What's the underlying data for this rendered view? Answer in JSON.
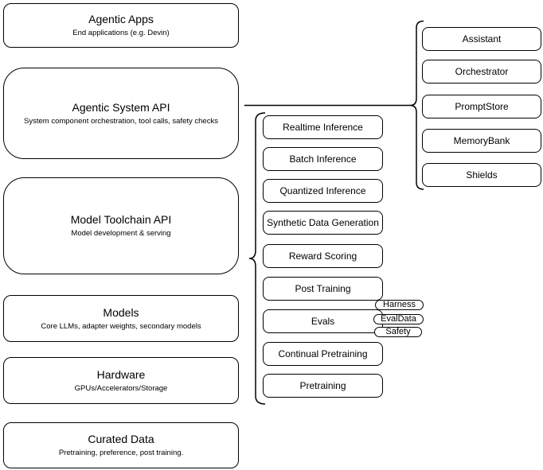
{
  "layers": [
    {
      "title": "Agentic Apps",
      "subtitle": "End applications (e.g. Devin)"
    },
    {
      "title": "Agentic System API",
      "subtitle": "System component orchestration, tool calls, safety checks"
    },
    {
      "title": "Model Toolchain API",
      "subtitle": "Model development & serving"
    },
    {
      "title": "Models",
      "subtitle": "Core LLMs, adapter weights, secondary models"
    },
    {
      "title": "Hardware",
      "subtitle": "GPUs/Accelerators/Storage"
    },
    {
      "title": "Curated Data",
      "subtitle": "Pretraining, preference, post training."
    }
  ],
  "toolchain_api_components": [
    "Realtime Inference",
    "Batch Inference",
    "Quantized Inference",
    "Synthetic Data Generation",
    "Reward Scoring",
    "Post Training",
    "Evals",
    "Continual Pretraining",
    "Pretraining"
  ],
  "evals_tags": [
    "Harness",
    "EvalData",
    "Safety"
  ],
  "system_api_components": [
    "Assistant",
    "Orchestrator",
    "PromptStore",
    "MemoryBank",
    "Shields"
  ],
  "colors": {
    "background": "#ffffff",
    "box_fill": "#ffffff",
    "stroke": "#000000",
    "text": "#000000"
  }
}
